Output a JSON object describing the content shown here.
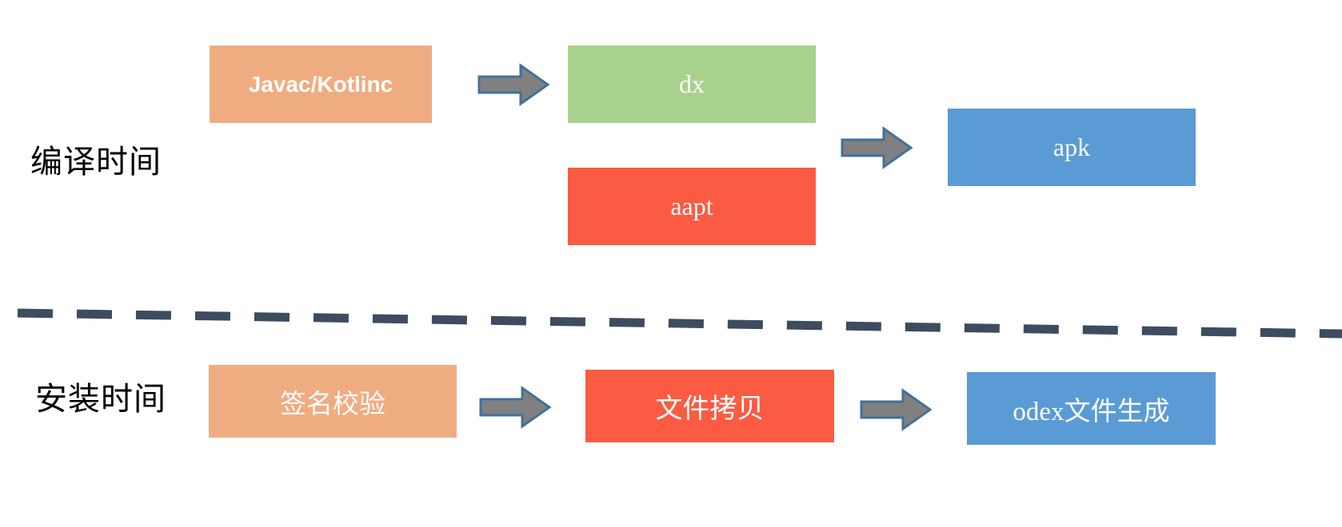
{
  "diagram": {
    "title_visible": false,
    "background": "#ffffff",
    "colors": {
      "orange": "#F0AC81",
      "green": "#A9D18E",
      "red": "#FB5B42",
      "blue": "#5B9BD5",
      "arrow_fill": "#808080",
      "arrow_stroke": "#41719C",
      "divider": "#3E4C60",
      "label_text": "#000000",
      "box_text": "#ffffff"
    },
    "rows": [
      {
        "id": "compile",
        "label": "编译时间",
        "nodes": [
          {
            "id": "javac-kotlinc",
            "label": "Javac/Kotlinc",
            "color": "#F0AC81",
            "font": "sans-bold"
          },
          {
            "id": "dx",
            "label": "dx",
            "color": "#A9D18E",
            "font": "serif"
          },
          {
            "id": "aapt",
            "label": "aapt",
            "color": "#FB5B42",
            "font": "serif"
          },
          {
            "id": "apk",
            "label": "apk",
            "color": "#5B9BD5",
            "font": "serif"
          }
        ],
        "arrows": [
          {
            "id": "arrow-javac-to-dx",
            "from": "javac-kotlinc",
            "to": "dx"
          },
          {
            "id": "arrow-dx-to-apk",
            "from": "dx",
            "to": "apk"
          }
        ]
      },
      {
        "id": "install",
        "label": "安装时间",
        "nodes": [
          {
            "id": "signature-verify",
            "label": "签名校验",
            "color": "#F0AC81",
            "font": "serif"
          },
          {
            "id": "file-copy",
            "label": "文件拷贝",
            "color": "#FB5B42",
            "font": "serif"
          },
          {
            "id": "odex-generate",
            "label": "odex文件生成",
            "color": "#5B9BD5",
            "font": "serif"
          }
        ],
        "arrows": [
          {
            "id": "arrow-sign-to-copy",
            "from": "signature-verify",
            "to": "file-copy"
          },
          {
            "id": "arrow-copy-to-odex",
            "from": "file-copy",
            "to": "odex-generate"
          }
        ]
      }
    ],
    "divider": {
      "id": "section-divider",
      "style": "dashed",
      "color": "#3E4C60"
    }
  }
}
